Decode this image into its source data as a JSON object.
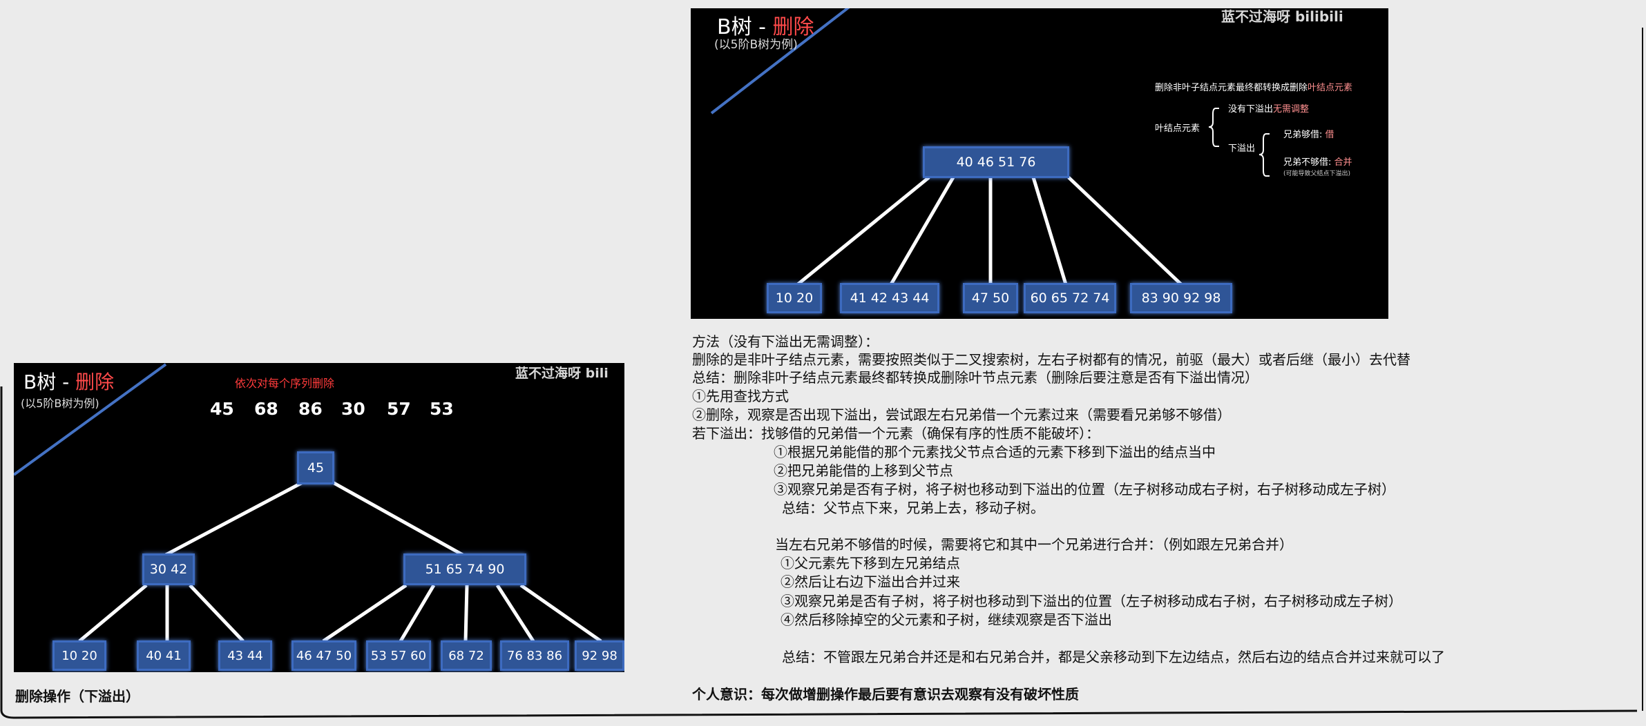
{
  "top_panel": {
    "title_main": "B树 - ",
    "title_red": "删除",
    "subtitle": "(以5阶B树为例)",
    "watermark": "蓝不过海呀 bilibili",
    "root": "40  46   51   76",
    "leaves": [
      "10  20",
      "41  42 43  44",
      "47  50",
      "60 65 72 74",
      "83  90 92  98"
    ],
    "hint": {
      "line1_prefix": "删除非叶子结点元素最终都转换成删除",
      "line1_hl": "叶结点元素",
      "leaf_label": "叶结点元素",
      "no_underflow_prefix": "没有下溢出",
      "no_underflow_hl": "无需调整",
      "underflow_label": "下溢出",
      "borrow_prefix": "兄弟够借: ",
      "borrow_hl": "借",
      "merge_prefix": "兄弟不够借: ",
      "merge_hl": "合并",
      "merge_note": "(可能导致父结点下溢出)"
    }
  },
  "bottom_panel": {
    "title_main": "B树 - ",
    "title_red": "删除",
    "subtitle": "(以5阶B树为例)",
    "watermark": "蓝不过海呀 bili",
    "instruction": "依次对每个序列删除",
    "sequence": [
      "45",
      "68",
      "86",
      "30",
      "57",
      "53"
    ],
    "root": "45",
    "level2": [
      "30  42",
      "51   65   74   90"
    ],
    "leaves": [
      "10   20",
      "40   41",
      "43   44",
      "46 47 50",
      "53 57 60",
      "68   72",
      "76 83 86",
      "92   98"
    ]
  },
  "caption_left": "删除操作（下溢出）",
  "notes": [
    "方法（没有下溢出无需调整）：",
    "删除的是非叶子结点元素，需要按照类似于二叉搜索树，左右子树都有的情况，前驱（最大）或者后继（最小）去代替",
    "总结：删除非叶子结点元素最终都转换成删除叶节点元素（删除后要注意是否有下溢出情况）",
    "①先用查找方式",
    "②删除，观察是否出现下溢出，尝试跟左右兄弟借一个元素过来（需要看兄弟够不够借）",
    "若下溢出：找够借的兄弟借一个元素（确保有序的性质不能破坏）：",
    "①根据兄弟能借的那个元素找父节点合适的元素下移到下溢出的结点当中",
    "②把兄弟能借的上移到父节点",
    "③观察兄弟是否有子树，将子树也移动到下溢出的位置（左子树移动成右子树，右子树移动成左子树）",
    "总结：父节点下来，兄弟上去，移动子树。",
    "当左右兄弟不够借的时候，需要将它和其中一个兄弟进行合并：（例如跟左兄弟合并）",
    "①父元素先下移到左兄弟结点",
    "②然后让右边下溢出合并过来",
    "③观察兄弟是否有子树，将子树也移动到下溢出的位置（左子树移动成右子树，右子树移动成左子树）",
    "④然后移除掉空的父元素和子树，继续观察是否下溢出",
    "总结：不管跟左兄弟合并还是和右兄弟合并，都是父亲移动到下左边结点，然后右边的结点合并过来就可以了",
    "个人意识：每次做增删操作最后要有意识去观察有没有破坏性质"
  ]
}
